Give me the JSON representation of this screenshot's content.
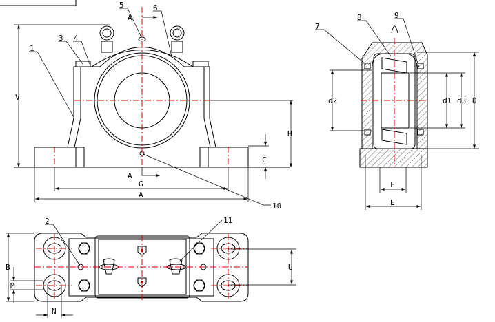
{
  "title": "Split plummer block housing drawing",
  "callouts": [
    "1",
    "2",
    "3",
    "4",
    "5",
    "6",
    "7",
    "8",
    "9",
    "10",
    "11"
  ],
  "dimensions": {
    "V": "V",
    "H": "H",
    "C": "C",
    "G": "G",
    "A": "A",
    "section": "A",
    "d2": "d2",
    "d1": "d1",
    "d3": "d3",
    "D": "D",
    "F": "F",
    "E": "E",
    "B": "B",
    "M": "M",
    "N": "N",
    "U": "U"
  },
  "colors": {
    "centerline": "#e00000",
    "line": "#000000"
  }
}
